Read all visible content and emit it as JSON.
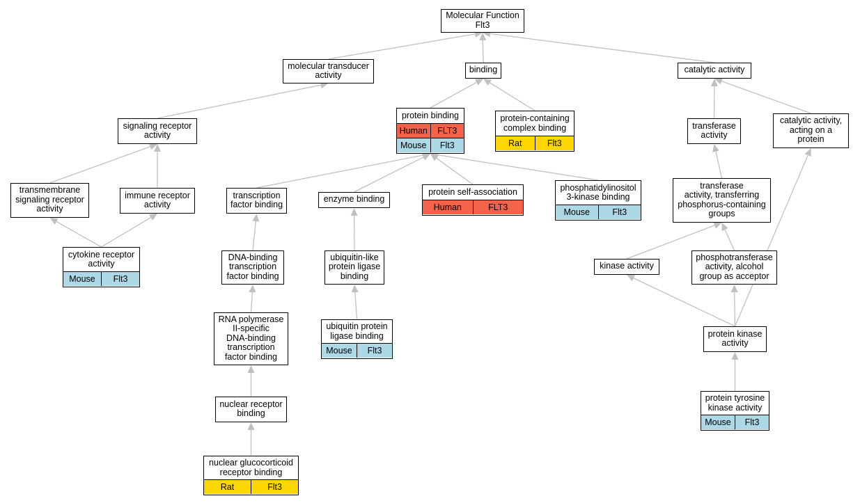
{
  "colors": {
    "edge": "#c0c0c0",
    "Human": "#f4624a",
    "Mouse": "#add8e6",
    "Rat": "#ffd700",
    "border": "#000000"
  },
  "nodes": [
    {
      "id": "mf",
      "label": "Molecular Function\nFlt3"
    },
    {
      "id": "transducer",
      "label": "molecular transducer\nactivity"
    },
    {
      "id": "binding",
      "label": "binding"
    },
    {
      "id": "catalytic",
      "label": "catalytic activity"
    },
    {
      "id": "protein_binding",
      "label": "protein binding",
      "tags": [
        [
          "Human",
          "FLT3"
        ],
        [
          "Mouse",
          "Flt3"
        ]
      ]
    },
    {
      "id": "complex_binding",
      "label": "protein-containing\ncomplex binding",
      "tags": [
        [
          "Rat",
          "Flt3"
        ]
      ]
    },
    {
      "id": "signaling_receptor",
      "label": "signaling receptor\nactivity"
    },
    {
      "id": "transferase",
      "label": "transferase\nactivity"
    },
    {
      "id": "catalytic_protein",
      "label": "catalytic activity,\nacting on a\nprotein"
    },
    {
      "id": "transmembrane",
      "label": "transmembrane\nsignaling receptor\nactivity"
    },
    {
      "id": "immune",
      "label": "immune receptor\nactivity"
    },
    {
      "id": "tf_binding",
      "label": "transcription\nfactor binding"
    },
    {
      "id": "enzyme_binding",
      "label": "enzyme binding"
    },
    {
      "id": "self_assoc",
      "label": "protein self-association",
      "tags": [
        [
          "Human",
          "FLT3"
        ]
      ]
    },
    {
      "id": "pi3k_binding",
      "label": "phosphatidylinositol\n3-kinase binding",
      "tags": [
        [
          "Mouse",
          "Flt3"
        ]
      ]
    },
    {
      "id": "transferase_phos",
      "label": "transferase\nactivity, transferring\nphosphorus-containing\ngroups"
    },
    {
      "id": "cytokine",
      "label": "cytokine receptor\nactivity",
      "tags": [
        [
          "Mouse",
          "Flt3"
        ]
      ]
    },
    {
      "id": "dna_binding_tf",
      "label": "DNA-binding\ntranscription\nfactor binding"
    },
    {
      "id": "ubl_ligase",
      "label": "ubiquitin-like\nprotein ligase\nbinding"
    },
    {
      "id": "kinase",
      "label": "kinase activity"
    },
    {
      "id": "phosphotransferase",
      "label": "phosphotransferase\nactivity, alcohol\ngroup as acceptor"
    },
    {
      "id": "rna_pol",
      "label": "RNA polymerase\nII-specific\nDNA-binding\ntranscription\nfactor binding"
    },
    {
      "id": "ub_ligase",
      "label": "ubiquitin protein\nligase binding",
      "tags": [
        [
          "Mouse",
          "Flt3"
        ]
      ]
    },
    {
      "id": "protein_kinase",
      "label": "protein kinase\nactivity"
    },
    {
      "id": "nuclear_receptor",
      "label": "nuclear receptor\nbinding"
    },
    {
      "id": "ptk",
      "label": "protein tyrosine\nkinase activity",
      "tags": [
        [
          "Mouse",
          "Flt3"
        ]
      ]
    },
    {
      "id": "gluco",
      "label": "nuclear glucocorticoid\nreceptor binding",
      "tags": [
        [
          "Rat",
          "Flt3"
        ]
      ]
    }
  ],
  "edges": [
    {
      "from": "transducer",
      "to": "mf"
    },
    {
      "from": "binding",
      "to": "mf"
    },
    {
      "from": "catalytic",
      "to": "mf"
    },
    {
      "from": "protein_binding",
      "to": "binding"
    },
    {
      "from": "complex_binding",
      "to": "binding"
    },
    {
      "from": "signaling_receptor",
      "to": "transducer"
    },
    {
      "from": "transferase",
      "to": "catalytic"
    },
    {
      "from": "catalytic_protein",
      "to": "catalytic"
    },
    {
      "from": "transmembrane",
      "to": "signaling_receptor"
    },
    {
      "from": "immune",
      "to": "signaling_receptor"
    },
    {
      "from": "tf_binding",
      "to": "protein_binding"
    },
    {
      "from": "enzyme_binding",
      "to": "protein_binding"
    },
    {
      "from": "self_assoc",
      "to": "protein_binding"
    },
    {
      "from": "pi3k_binding",
      "to": "protein_binding"
    },
    {
      "from": "transferase_phos",
      "to": "transferase"
    },
    {
      "from": "cytokine",
      "to": "transmembrane"
    },
    {
      "from": "cytokine",
      "to": "immune"
    },
    {
      "from": "dna_binding_tf",
      "to": "tf_binding"
    },
    {
      "from": "ubl_ligase",
      "to": "enzyme_binding"
    },
    {
      "from": "kinase",
      "to": "transferase_phos"
    },
    {
      "from": "phosphotransferase",
      "to": "transferase_phos"
    },
    {
      "from": "rna_pol",
      "to": "dna_binding_tf"
    },
    {
      "from": "ub_ligase",
      "to": "ubl_ligase"
    },
    {
      "from": "protein_kinase",
      "to": "kinase"
    },
    {
      "from": "protein_kinase",
      "to": "phosphotransferase"
    },
    {
      "from": "protein_kinase",
      "to": "catalytic_protein"
    },
    {
      "from": "nuclear_receptor",
      "to": "rna_pol"
    },
    {
      "from": "ptk",
      "to": "protein_kinase"
    },
    {
      "from": "gluco",
      "to": "nuclear_receptor"
    }
  ]
}
